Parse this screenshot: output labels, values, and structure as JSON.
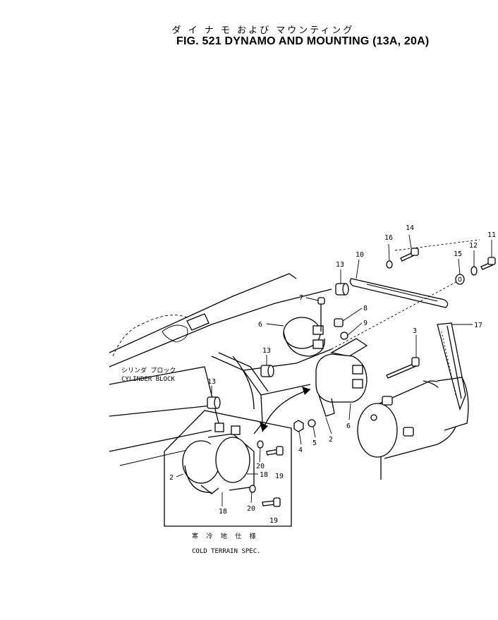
{
  "title": {
    "japanese": "ダ イ ナ モ および マウンティング",
    "english": "FIG. 521  DYNAMO AND MOUNTING (13A, 20A)"
  },
  "labels": {
    "cylinder_block_jp": "シリンダ ブロック",
    "cylinder_block_en": "CYLINDER BLOCK",
    "cold_terrain_jp": "寒 冷 地 仕 様",
    "cold_terrain_en": "COLD TERRAIN SPEC."
  },
  "part_numbers": {
    "p2": "2",
    "p2b": "2",
    "p3": "3",
    "p4": "4",
    "p5": "5",
    "p6": "6",
    "p6b": "6",
    "p7": "7",
    "p8": "8",
    "p9": "9",
    "p10": "10",
    "p11": "11",
    "p12": "12",
    "p13a": "13",
    "p13b": "13",
    "p13c": "13",
    "p14": "14",
    "p15": "15",
    "p16": "16",
    "p17": "17",
    "p18a": "18",
    "p18b": "18",
    "p19a": "19",
    "p19b": "19",
    "p20a": "20",
    "p20b": "20"
  }
}
